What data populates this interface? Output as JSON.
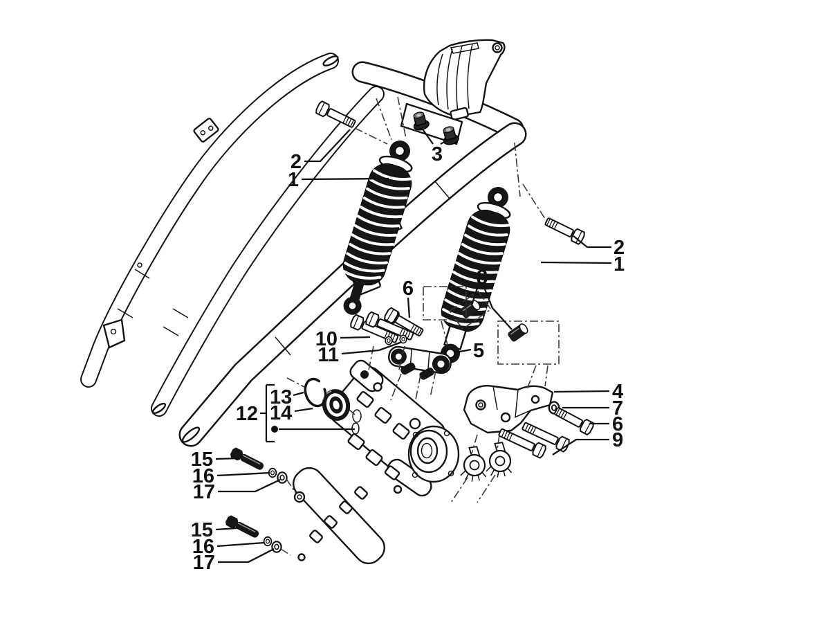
{
  "figure": {
    "type": "exploded-parts-diagram",
    "subject": "Rear shock absorber - swing arm assembly",
    "background": "#ffffff",
    "ink": "#141414"
  },
  "callouts": [
    {
      "id": "upper-shock-bolt-left",
      "label": "2"
    },
    {
      "id": "shock-absorber-left",
      "label": "1"
    },
    {
      "id": "upper-mount-nuts",
      "label": "3"
    },
    {
      "id": "upper-shock-bolt-right",
      "label": "2"
    },
    {
      "id": "shock-absorber-right",
      "label": "1"
    },
    {
      "id": "spacer-bushings",
      "label": "8"
    },
    {
      "id": "link-bolt-upper",
      "label": "6"
    },
    {
      "id": "link-bolts",
      "label": "10"
    },
    {
      "id": "link-washers",
      "label": "11"
    },
    {
      "id": "connecting-link",
      "label": "5"
    },
    {
      "id": "snap-ring",
      "label": "13"
    },
    {
      "id": "bearing-kit",
      "label": "12"
    },
    {
      "id": "bearing",
      "label": "14"
    },
    {
      "id": "support-bracket",
      "label": "4"
    },
    {
      "id": "washer",
      "label": "7"
    },
    {
      "id": "bracket-bolt",
      "label": "6"
    },
    {
      "id": "bracket-bolts-long",
      "label": "9"
    },
    {
      "id": "swingarm-bolt-upper",
      "label": "15"
    },
    {
      "id": "swingarm-washer-upper",
      "label": "16"
    },
    {
      "id": "swingarm-spring-washer-upper",
      "label": "17"
    },
    {
      "id": "swingarm-bolt-lower",
      "label": "15"
    },
    {
      "id": "swingarm-washer-lower",
      "label": "16"
    },
    {
      "id": "swingarm-spring-washer-lower",
      "label": "17"
    }
  ]
}
